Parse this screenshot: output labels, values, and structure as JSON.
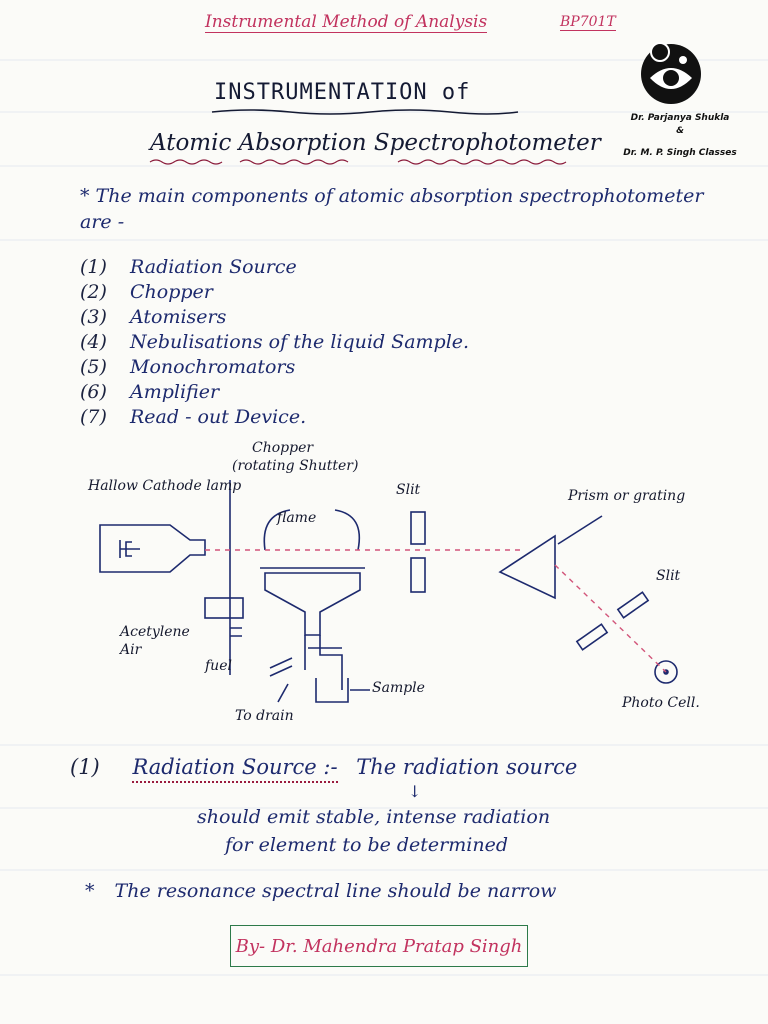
{
  "header": {
    "subject": "Instrumental Method of Analysis",
    "course_code": "BP701T"
  },
  "brand": {
    "line1": "Dr. Parjanya Shukla",
    "line2": "&",
    "line3": "Dr. M. P. Singh Classes"
  },
  "title": {
    "line1": "INSTRUMENTATION of",
    "line2": "Atomic Absorption Spectrophotometer"
  },
  "intro": {
    "bullet": "*",
    "text": "The main components of atomic absorption spectrophotometer are -"
  },
  "components": [
    {
      "num": "(1)",
      "label": "Radiation Source"
    },
    {
      "num": "(2)",
      "label": "Chopper"
    },
    {
      "num": "(3)",
      "label": "Atomisers"
    },
    {
      "num": "(4)",
      "label": "Nebulisations of the liquid Sample."
    },
    {
      "num": "(5)",
      "label": "Monochromators"
    },
    {
      "num": "(6)",
      "label": "Amplifier"
    },
    {
      "num": "(7)",
      "label": "Read - out Device."
    }
  ],
  "diagram": {
    "lamp": "Hallow Cathode lamp",
    "chopper": "Chopper",
    "chopper_sub": "(rotating Shutter)",
    "flame": "flame",
    "slit1": "Slit",
    "prism": "Prism or grating",
    "slit2": "Slit",
    "fuel": "Acetylene Air",
    "fuel_label": "fuel",
    "sample": "Sample",
    "drain": "To drain",
    "photocell": "Photo Cell."
  },
  "section1": {
    "num": "(1)",
    "name": "Radiation Source :-",
    "line1": "The radiation source",
    "arrow": "↓",
    "line2": "should emit stable, intense radiation",
    "line3": "for element to be determined"
  },
  "note": {
    "bullet": "*",
    "text": "The resonance spectral line should be narrow"
  },
  "signature": "By- Dr. Mahendra Pratap Singh",
  "colors": {
    "ink": "#1d2a6e",
    "header": "#c2335f",
    "rule": "#e3e7ee",
    "beam": "#d2557a",
    "signature_border": "#2d7a4a"
  }
}
